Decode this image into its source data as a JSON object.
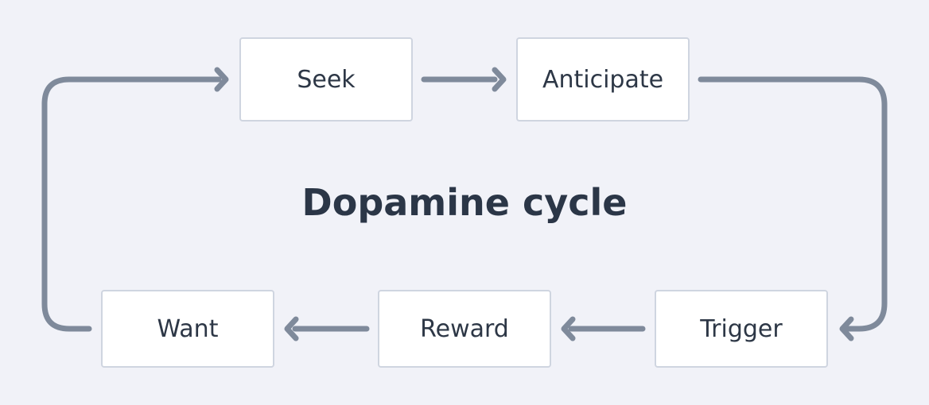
{
  "diagram": {
    "title": "Dopamine cycle",
    "nodes": {
      "seek": "Seek",
      "anticipate": "Anticipate",
      "trigger": "Trigger",
      "reward": "Reward",
      "want": "Want"
    },
    "colors": {
      "background": "#f1f2f8",
      "box_fill": "#ffffff",
      "box_border": "#cfd5e0",
      "connector": "#7f8a9b",
      "text": "#2d3746"
    }
  }
}
